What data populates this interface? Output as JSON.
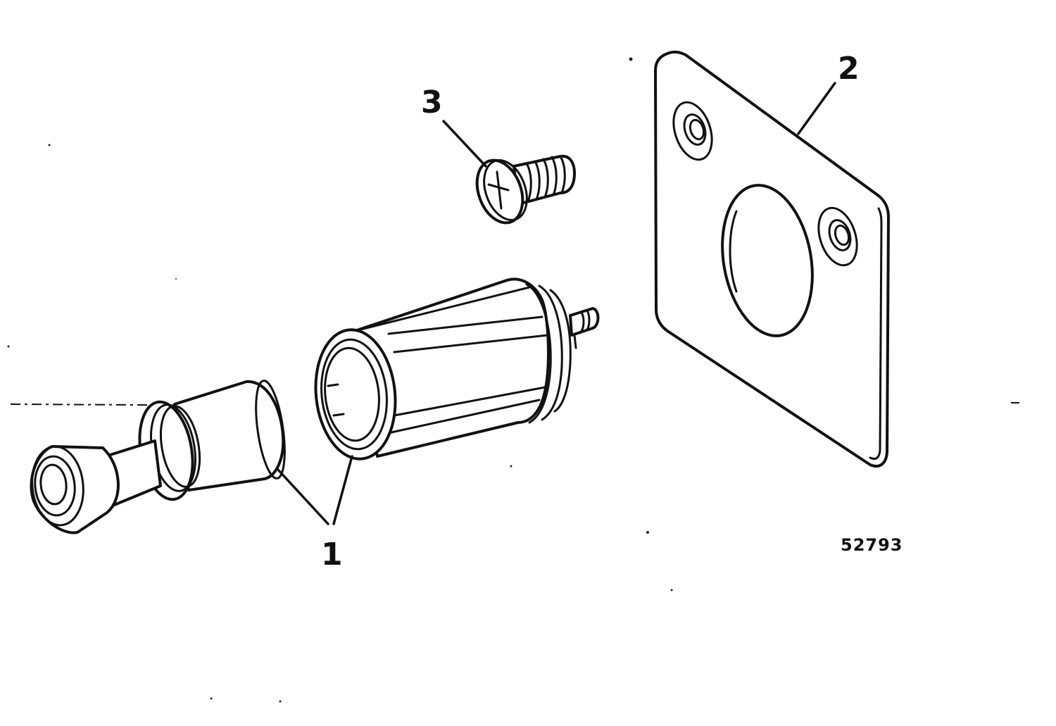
{
  "callouts": {
    "part_1": "1",
    "part_2": "2",
    "part_3": "3"
  },
  "figure_number": "52793"
}
